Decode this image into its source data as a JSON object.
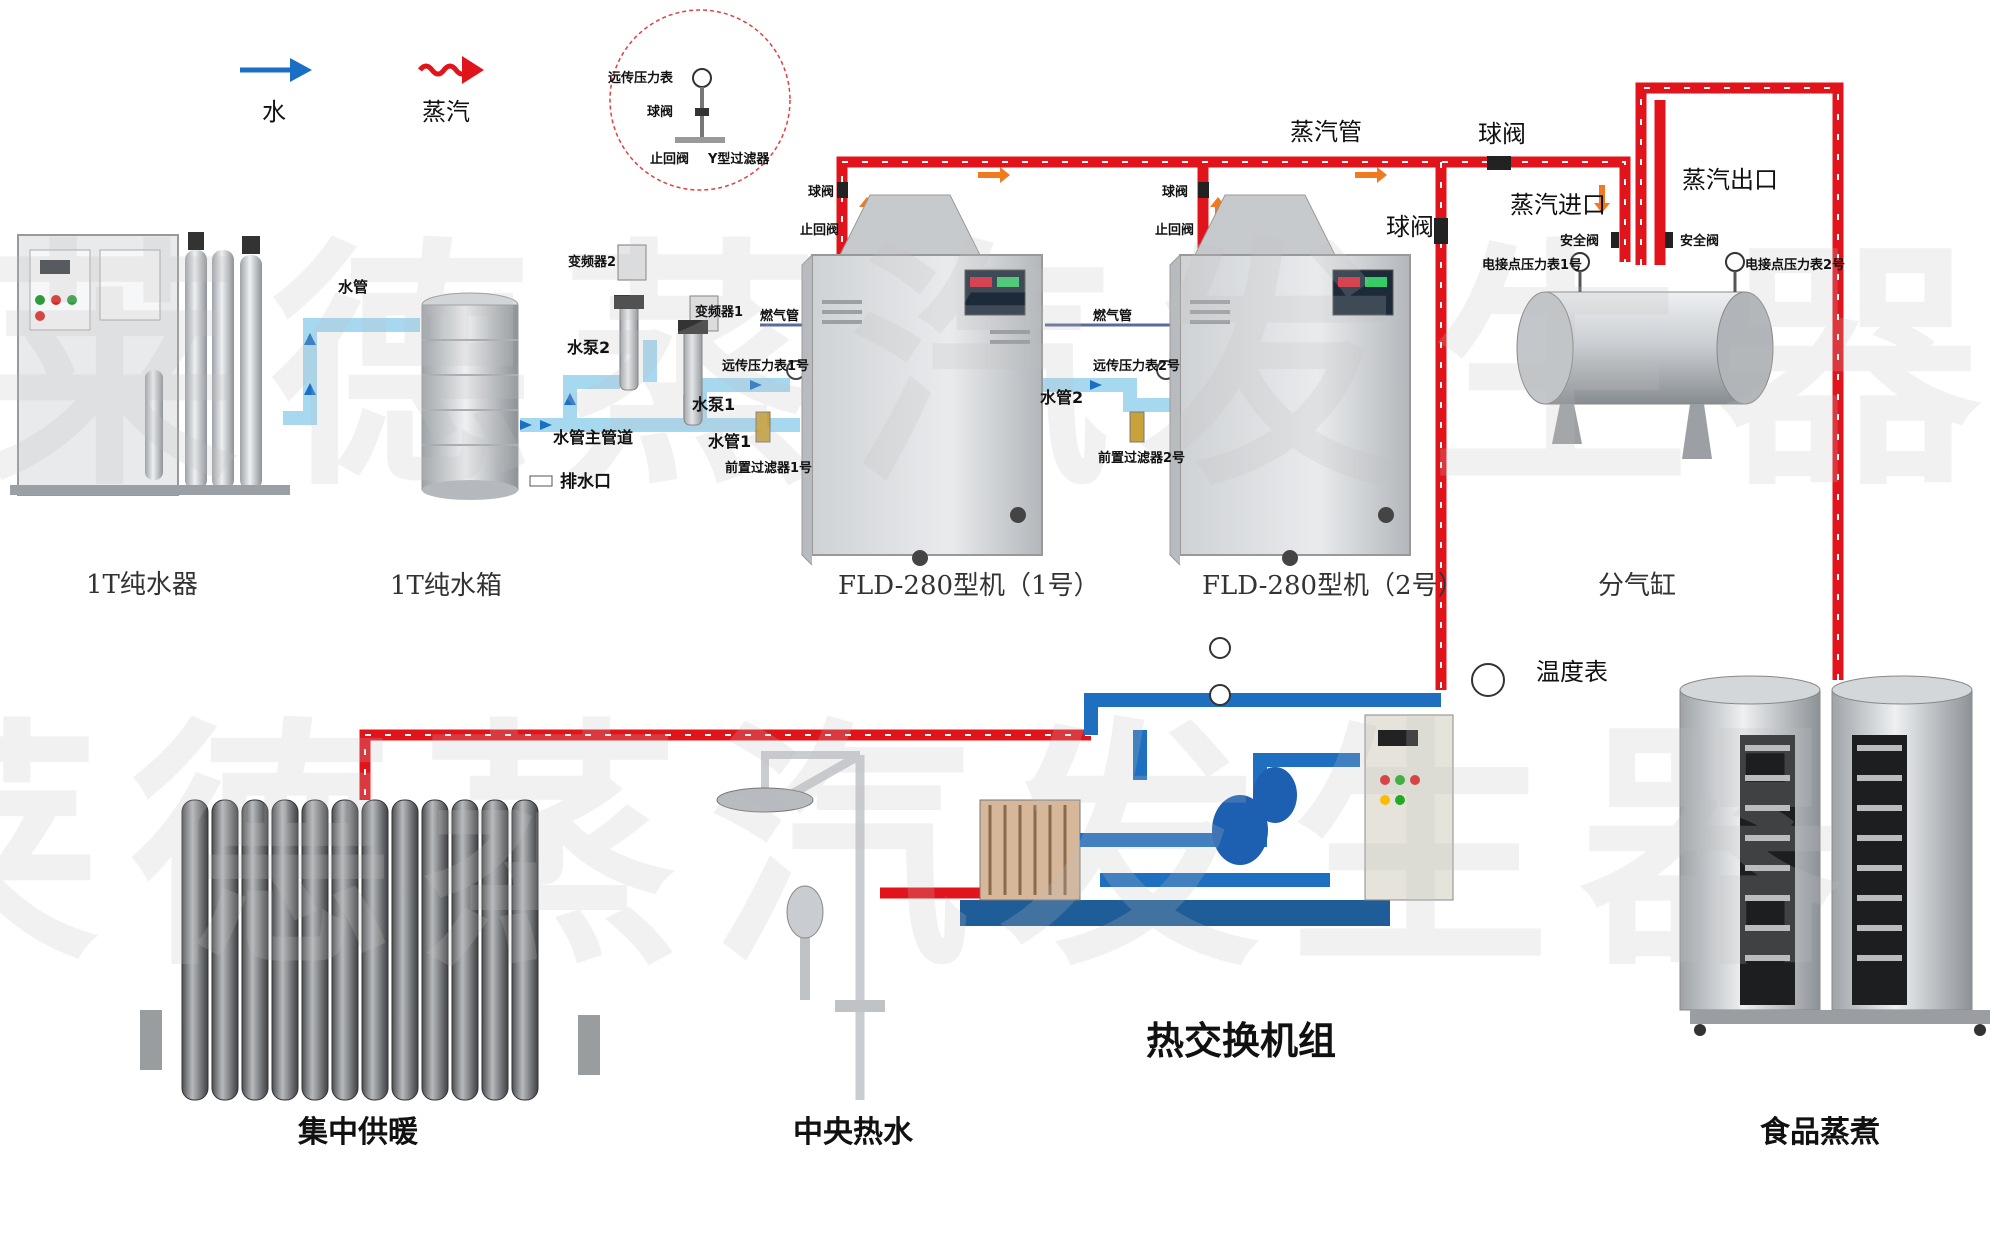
{
  "legend": {
    "water": "水",
    "steam": "蒸汽"
  },
  "colors": {
    "water": "#1a6fc4",
    "water_pipe": "#9fd3ee",
    "steam": "#e2141b",
    "steel": "#c9ccd0"
  },
  "watermark": {
    "line1": "莱德蒸汽发生器",
    "line2": "莱德蒸汽发生器"
  },
  "inset": {
    "remote_gauge": "远传压力表",
    "ball_valve": "球阀",
    "check_valve": "止回阀",
    "y_filter": "Y型过滤器"
  },
  "equipment": {
    "purifier": "1T纯水器",
    "tank": "1T纯水箱",
    "boiler1": "FLD-280型机（1号）",
    "boiler2": "FLD-280型机（2号）",
    "distributor": "分气缸",
    "heat_exchanger": "热交换机组",
    "heating": "集中供暖",
    "hot_water": "中央热水",
    "food": "食品蒸煮"
  },
  "labels": {
    "water_pipe_v": "水管",
    "drain": "排水口",
    "main_pipe": "水管主管道",
    "vfd1": "变频器1",
    "vfd2": "变频器2",
    "pump1": "水泵1",
    "pump2": "水泵2",
    "pipe1": "水管1",
    "pipe2": "水管2",
    "gauge1": "远传压力表1号",
    "gauge2": "远传压力表2号",
    "filter1": "前置过滤器1号",
    "filter2": "前置过滤器2号",
    "gas1": "燃气管",
    "gas2": "燃气管",
    "ball1": "球阀",
    "check1": "止回阀",
    "ball2": "球阀",
    "check2": "止回阀",
    "steam_pipe": "蒸汽管",
    "ball_top": "球阀",
    "ball_side": "球阀",
    "steam_in": "蒸汽进口",
    "steam_out": "蒸汽出口",
    "safety1": "安全阀",
    "safety2": "安全阀",
    "contact1": "电接点压力表1号",
    "contact2": "电接点压力表2号",
    "thermometer": "温度表"
  }
}
